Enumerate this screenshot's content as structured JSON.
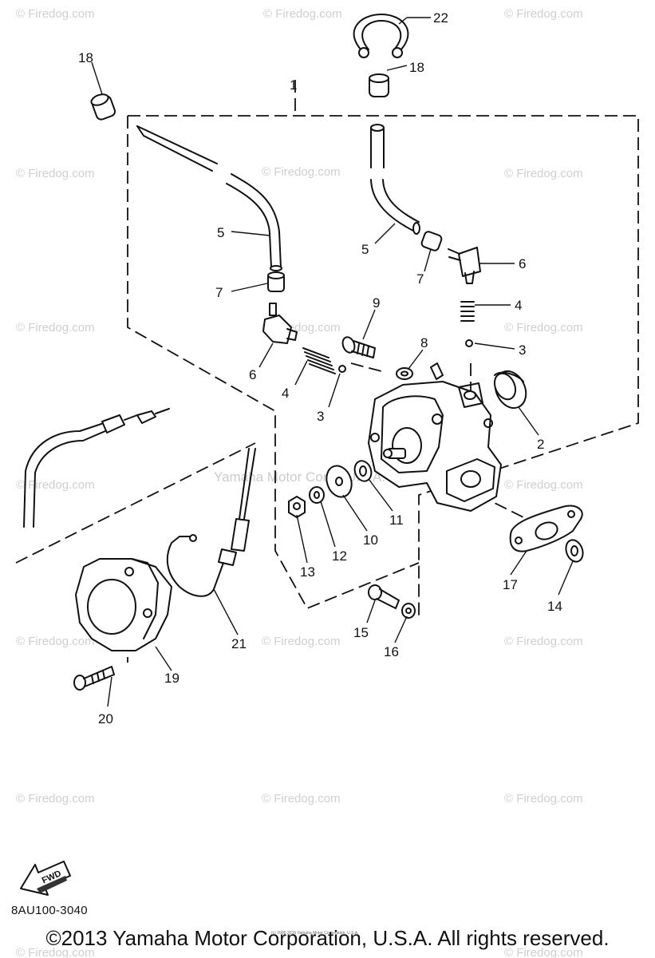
{
  "diagram": {
    "callouts": {
      "c1": "1",
      "c2": "2",
      "c3a": "3",
      "c3b": "3",
      "c4a": "4",
      "c4b": "4",
      "c5a": "5",
      "c5b": "5",
      "c6a": "6",
      "c6b": "6",
      "c7a": "7",
      "c7b": "7",
      "c8": "8",
      "c9": "9",
      "c10": "10",
      "c11": "11",
      "c12": "12",
      "c13": "13",
      "c14": "14",
      "c15": "15",
      "c16": "16",
      "c17": "17",
      "c18a": "18",
      "c18b": "18",
      "c19": "19",
      "c20": "20",
      "c21": "21",
      "c22": "22"
    },
    "watermark": "© Firedog.com",
    "center_watermark": "Yamaha Motor Corp., U.S.A.",
    "small_notice": "(c) 2006-2015 Yamaha Motor Corporation, U.S.A.",
    "fwd_label": "FWD",
    "diagram_code": "8AU100-3040",
    "copyright": "©2013 Yamaha Motor Corporation, U.S.A. All rights reserved."
  }
}
